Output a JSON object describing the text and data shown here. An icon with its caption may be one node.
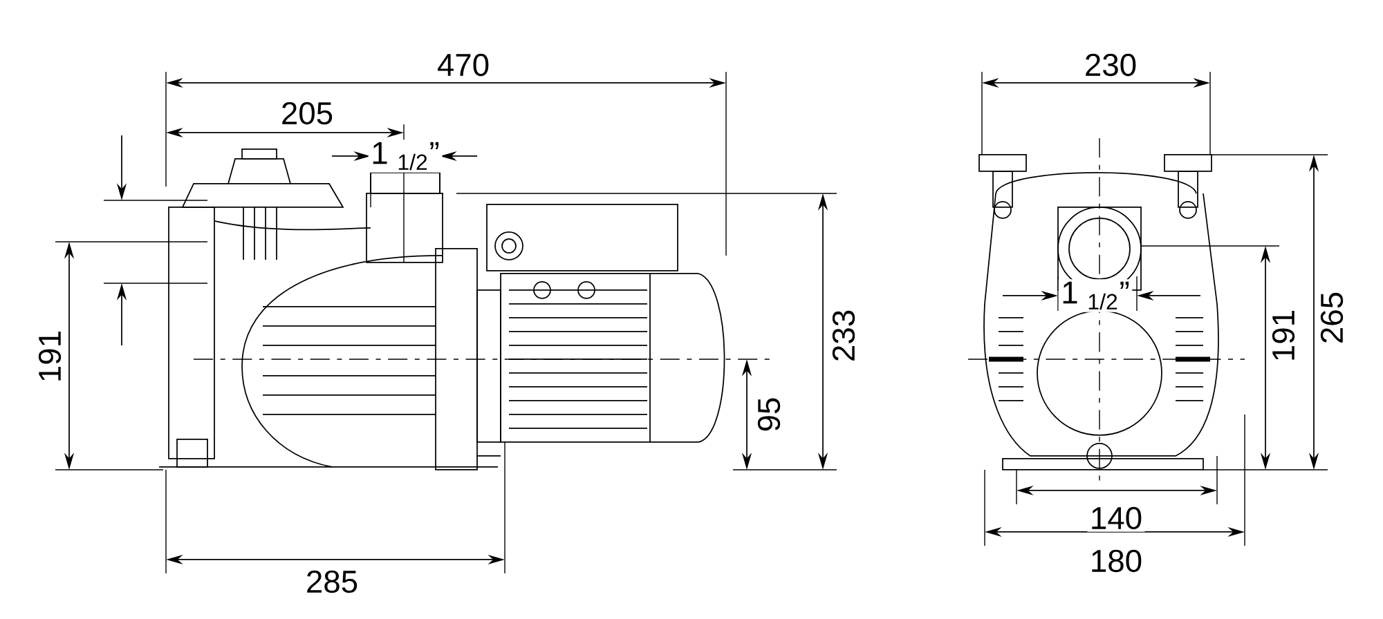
{
  "diagram": {
    "labels": [
      "470",
      "230",
      "205",
      "1 $_{1/2}$”",
      "191",
      "233",
      "265",
      "1 $_{1/2}$”",
      "191",
      "95",
      "140",
      "285",
      "180"
    ]
  }
}
